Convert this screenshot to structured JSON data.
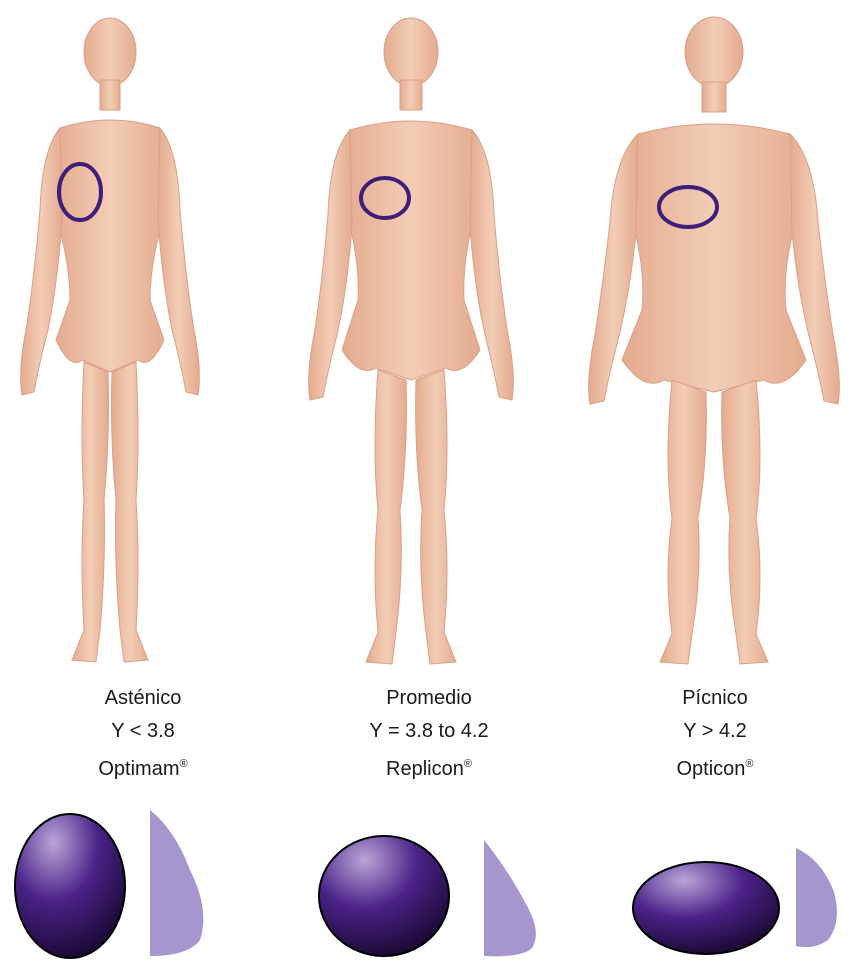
{
  "panels": [
    {
      "type_name": "Asténico",
      "ratio": "Y < 3.8",
      "product": "Optimam",
      "product_mark": "®",
      "colors": {
        "marker": "#3d1f7a",
        "implant_dark": "#2a0f55",
        "implant_light": "#b9a6d8",
        "profile": "#a596d0"
      }
    },
    {
      "type_name": "Promedio",
      "ratio": "Y = 3.8 to 4.2",
      "product": "Replicon",
      "product_mark": "®",
      "colors": {
        "marker": "#3d1f7a",
        "implant_dark": "#2a0f55",
        "implant_light": "#b9a6d8",
        "profile": "#a596d0"
      }
    },
    {
      "type_name": "Pícnico",
      "ratio": "Y > 4.2",
      "product": "Opticon",
      "product_mark": "®",
      "colors": {
        "marker": "#3d1f7a",
        "implant_dark": "#2a0f55",
        "implant_light": "#b9a6d8",
        "profile": "#a596d0"
      }
    }
  ],
  "colors": {
    "skin": "#efc2a8",
    "skin_shadow": "#dba488",
    "background": "#ffffff"
  }
}
